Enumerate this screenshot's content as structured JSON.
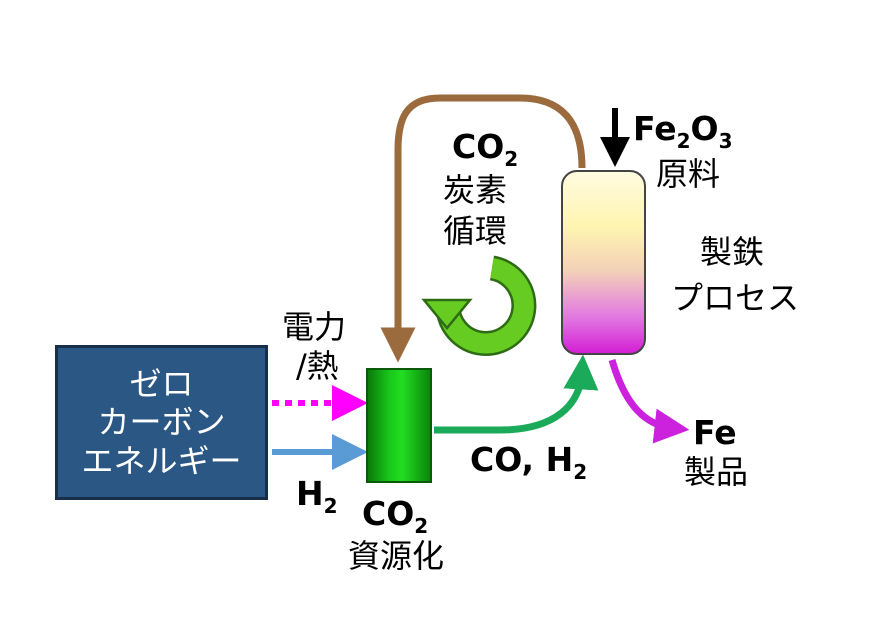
{
  "energy_source": {
    "lines": [
      "ゼロ",
      "カーボン",
      "エネルギー"
    ]
  },
  "power_heat": {
    "line1": "電力",
    "line2": "/熱"
  },
  "hydrogen_input": {
    "prefix": "H",
    "sub": "2"
  },
  "co2_resource": {
    "prefix": "CO",
    "sub": "2",
    "label": "資源化"
  },
  "carbon_cycle": {
    "prefix": "CO",
    "sub": "2",
    "line1": "炭素",
    "line2": "循環"
  },
  "syngas": {
    "prefix": "CO, H",
    "sub": "2"
  },
  "raw_material": {
    "part1": "Fe",
    "sub1": "2",
    "part2": "O",
    "sub2": "3",
    "label": "原料"
  },
  "process": {
    "line1": "製鉄",
    "line2": "プロセス"
  },
  "product": {
    "prefix": "Fe",
    "label": "製品"
  },
  "colors": {
    "energy_box": "#2a5784",
    "recycle_arrow": "#9b6b3d",
    "syngas_arrow": "#1aaa5a",
    "product_arrow": "#cc22dd",
    "power_arrow": "#ff00ff",
    "h2_arrow": "#5b9bd5",
    "cycle_icon": "#66cc22"
  }
}
